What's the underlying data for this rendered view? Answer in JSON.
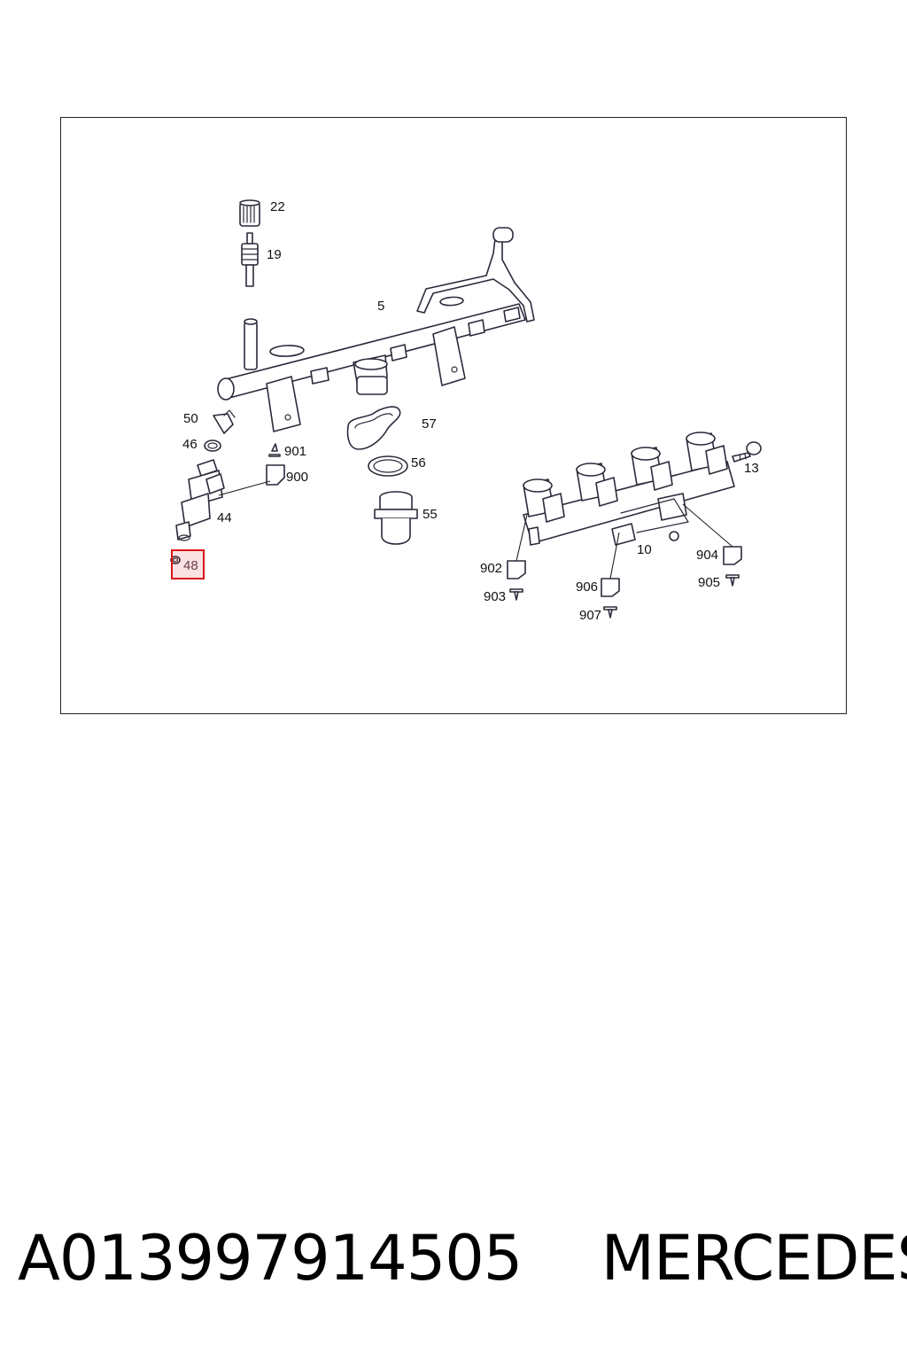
{
  "diagram": {
    "highlight_color": "#d9141b",
    "highlighted_callout": "48",
    "callouts": {
      "c22": "22",
      "c19": "19",
      "c5": "5",
      "c50": "50",
      "c46": "46",
      "c901": "901",
      "c900": "900",
      "c44": "44",
      "c48": "48",
      "c57": "57",
      "c56": "56",
      "c55": "55",
      "c13": "13",
      "c10": "10",
      "c902": "902",
      "c903": "903",
      "c904": "904",
      "c905": "905",
      "c906": "906",
      "c907": "907"
    }
  },
  "caption": {
    "part_number": "A013997914505",
    "brand": "MERCEDES"
  }
}
